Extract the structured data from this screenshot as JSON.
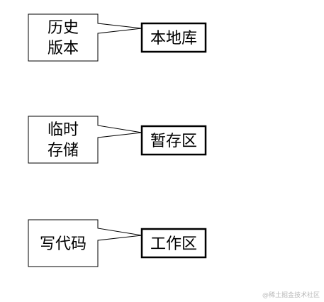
{
  "rows": [
    {
      "callout_lines": [
        "历史",
        "版本"
      ],
      "box_label": "本地库"
    },
    {
      "callout_lines": [
        "临时",
        "存储"
      ],
      "box_label": "暂存区"
    },
    {
      "callout_lines": [
        "写代码"
      ],
      "box_label": "工作区"
    }
  ],
  "watermark": "@稀土掘金技术社区",
  "colors": {
    "stroke": "#000000",
    "background": "#ffffff",
    "watermark": "#b8b8b8"
  }
}
